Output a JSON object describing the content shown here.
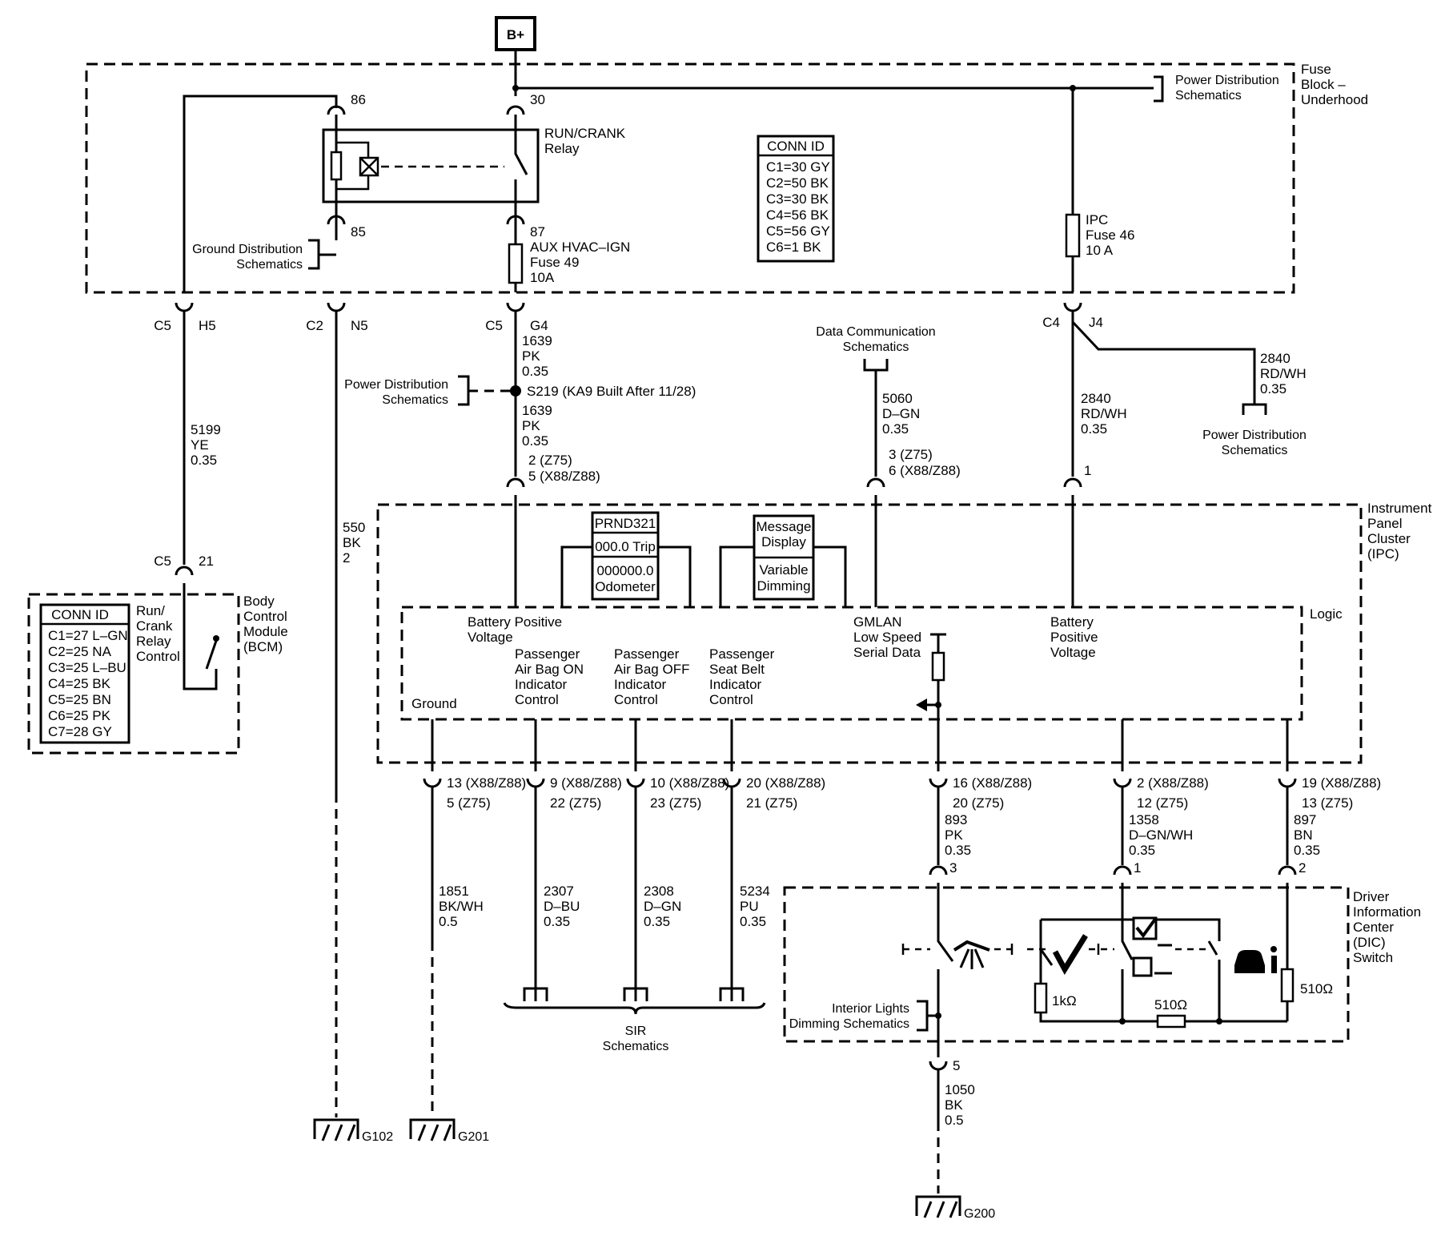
{
  "source": {
    "label": "B+"
  },
  "fuse_block": {
    "title": [
      "Fuse",
      "Block –",
      "Underhood"
    ],
    "pwr_ref": [
      "Power Distribution",
      "Schematics"
    ],
    "gnd_ref": [
      "Ground Distribution",
      "Schematics"
    ],
    "relay": {
      "name": [
        "RUN/CRANK",
        "Relay"
      ],
      "pins": [
        "86",
        "30",
        "85",
        "87"
      ]
    },
    "fuse49": [
      "AUX HVAC–IGN",
      "Fuse 49",
      "10A"
    ],
    "fuse46": [
      "IPC",
      "Fuse 46",
      "10 A"
    ],
    "conn_id": {
      "title": "CONN ID",
      "rows": [
        "C1=30 GY",
        "C2=50 BK",
        "C3=30 BK",
        "C4=56 BK",
        "C5=56 GY",
        "C6=1 BK"
      ]
    }
  },
  "connectors": {
    "c5h5": [
      "C5",
      "H5"
    ],
    "c2n5": [
      "C2",
      "N5"
    ],
    "c5g4": [
      "C5",
      "G4"
    ],
    "c4j4": [
      "C4",
      "J4"
    ],
    "c5_21": [
      "C5",
      "21"
    ]
  },
  "wires": {
    "w5199": [
      "5199",
      "YE",
      "0.35"
    ],
    "w550": [
      "550",
      "BK",
      "2"
    ],
    "w1639a": [
      "1639",
      "PK",
      "0.35"
    ],
    "w1639b": [
      "1639",
      "PK",
      "0.35"
    ],
    "w5060": [
      "5060",
      "D–GN",
      "0.35"
    ],
    "w2840a": [
      "2840",
      "RD/WH",
      "0.35"
    ],
    "w2840b": [
      "2840",
      "RD/WH",
      "0.35"
    ],
    "w1851": [
      "1851",
      "BK/WH",
      "0.5"
    ],
    "w2307": [
      "2307",
      "D–BU",
      "0.35"
    ],
    "w2308": [
      "2308",
      "D–GN",
      "0.35"
    ],
    "w5234": [
      "5234",
      "PU",
      "0.35"
    ],
    "w893": [
      "893",
      "PK",
      "0.35"
    ],
    "w1358": [
      "1358",
      "D–GN/WH",
      "0.35"
    ],
    "w897": [
      "897",
      "BN",
      "0.35"
    ],
    "w1050": [
      "1050",
      "BK",
      "0.5"
    ]
  },
  "splice": {
    "label": "S219 (KA9 Built After 11/28)",
    "ref": [
      "Power Distribution",
      "Schematics"
    ]
  },
  "data_comm": {
    "ref": [
      "Data Communication",
      "Schematics"
    ]
  },
  "pwr_ref_right": [
    "Power Distribution",
    "Schematics"
  ],
  "ipc": {
    "title": [
      "Instrument",
      "Panel",
      "Cluster",
      "(IPC)"
    ],
    "logic": "Logic",
    "pin_top_batt": [
      "2 (Z75)",
      "5 (X88/Z88)"
    ],
    "pin_top_gmlan": [
      "3 (Z75)",
      "6 (X88/Z88)"
    ],
    "pin_top_batt2": "1",
    "prnd": [
      "PRND321",
      "000.0 Trip",
      "000000.0",
      "Odometer"
    ],
    "message": [
      "Message",
      "Display",
      "Variable",
      "Dimming"
    ],
    "labels": {
      "batt_pos": [
        "Battery Positive",
        "Voltage"
      ],
      "gmlan": [
        "GMLAN",
        "Low Speed",
        "Serial Data"
      ],
      "batt_pos2": [
        "Battery",
        "Positive",
        "Voltage"
      ],
      "ground": "Ground",
      "pab_on": [
        "Passenger",
        "Air Bag ON",
        "Indicator",
        "Control"
      ],
      "pab_off": [
        "Passenger",
        "Air Bag OFF",
        "Indicator",
        "Control"
      ],
      "psb": [
        "Passenger",
        "Seat Belt",
        "Indicator",
        "Control"
      ]
    },
    "pins_bottom": {
      "p13": [
        "13 (X88/Z88)",
        "5 (Z75)"
      ],
      "p9": [
        "9 (X88/Z88)",
        "22 (Z75)"
      ],
      "p10": [
        "10 (X88/Z88)",
        "23 (Z75)"
      ],
      "p20": [
        "20 (X88/Z88)",
        "21 (Z75)"
      ],
      "p16": [
        "16 (X88/Z88)",
        "20 (Z75)"
      ],
      "p2": [
        "2 (X88/Z88)",
        "12 (Z75)"
      ],
      "p19": [
        "19 (X88/Z88)",
        "13 (Z75)"
      ]
    }
  },
  "bcm": {
    "title": [
      "Body",
      "Control",
      "Module",
      "(BCM)"
    ],
    "relay_ctrl": [
      "Run/",
      "Crank",
      "Relay",
      "Control"
    ],
    "conn_id": {
      "title": "CONN ID",
      "rows": [
        "C1=27 L–GN",
        "C2=25 NA",
        "C3=25 L–BU",
        "C4=25 BK",
        "C5=25 BN",
        "C6=25 PK",
        "C7=28 GY"
      ]
    }
  },
  "sir": [
    "SIR",
    "Schematics"
  ],
  "dic": {
    "title": [
      "Driver",
      "Information",
      "Center",
      "(DIC)",
      "Switch"
    ],
    "pins": [
      "3",
      "1",
      "2",
      "5"
    ],
    "r1k": "1kΩ",
    "r510a": "510Ω",
    "r510b": "510Ω",
    "dim_ref": [
      "Interior Lights",
      "Dimming Schematics"
    ]
  },
  "grounds": [
    "G102",
    "G201",
    "G200"
  ]
}
